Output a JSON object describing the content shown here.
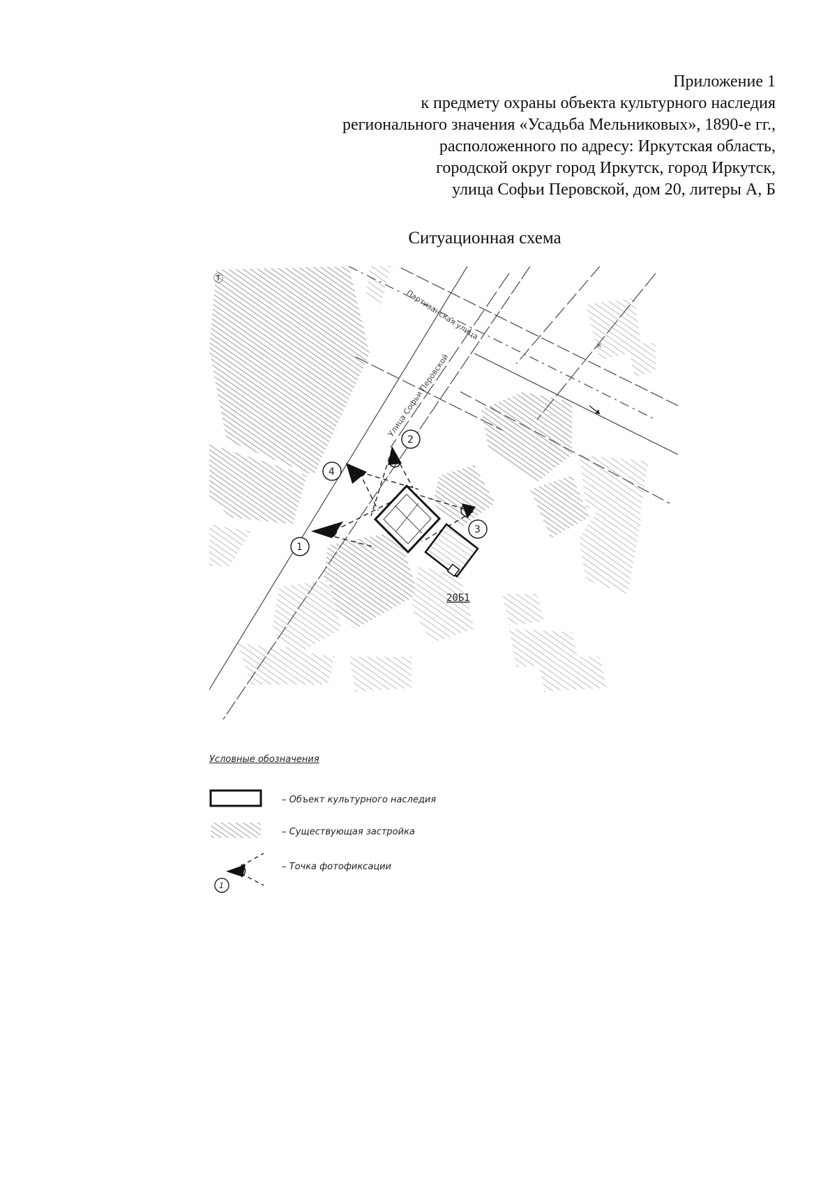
{
  "header": {
    "lines": [
      "Приложение 1",
      "к предмету охраны объекта культурного наследия",
      "регионального значения «Усадьба Мельниковых», 1890-е гг.,",
      "расположенного по адресу: Иркутская область,",
      "городской округ город Иркутск, город Иркутск,",
      "улица Софьи Перовской, дом 20, литеры А, Б"
    ]
  },
  "title": "Ситуационная схема",
  "map": {
    "street_main": "Улица Софьи Перовской",
    "street_cross": "Партизанская улица",
    "building_label": "20Б1",
    "north_symbol": "Ⓣ",
    "points": [
      {
        "n": "1"
      },
      {
        "n": "2"
      },
      {
        "n": "3"
      },
      {
        "n": "4"
      }
    ],
    "colors": {
      "hatch": "#9a9a9a",
      "line": "#555555",
      "ink": "#111111"
    }
  },
  "legend": {
    "title": "Условные обозначения",
    "items": [
      {
        "symbol": "heritage-object",
        "text": "– Объект культурного наследия"
      },
      {
        "symbol": "existing-buildings",
        "text": "– Существующая застройка"
      },
      {
        "symbol": "photo-point",
        "text": "– Точка фотофиксации",
        "number": "1"
      }
    ]
  }
}
